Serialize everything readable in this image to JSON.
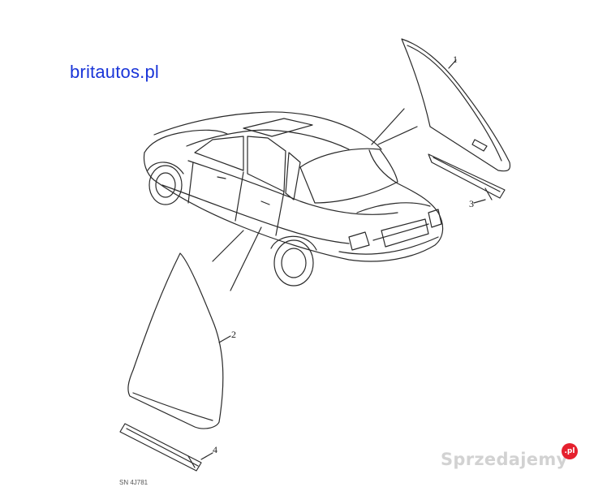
{
  "brand_text": "britautos.pl",
  "callouts": {
    "part_1": "1",
    "part_2": "2",
    "part_3": "3",
    "part_4": "4"
  },
  "reference_code": "SN 4J781",
  "watermark": {
    "text": "Sprzedajemy",
    "badge": ".pl"
  },
  "colors": {
    "brand": "#1a35d8",
    "line": "#2a2a2a",
    "watermark": "#d2d2d2",
    "badge": "#e5202e"
  }
}
